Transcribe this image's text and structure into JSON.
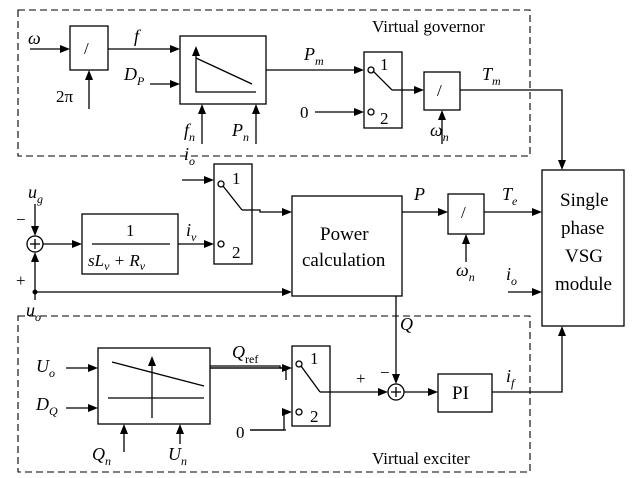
{
  "regions": {
    "governor": "Virtual governor",
    "exciter": "Virtual exciter"
  },
  "blocks": {
    "divide": "/",
    "two_pi": "2π",
    "tf_num": "1",
    "power_calc_line1": "Power",
    "power_calc_line2": "calculation",
    "pi": "PI",
    "vsg_line1": "Single",
    "vsg_line2": "phase",
    "vsg_line3": "VSG",
    "vsg_line4": "module",
    "switch_1": "1",
    "switch_2": "2",
    "zero": "0"
  },
  "signals": {
    "omega": "ω",
    "f": "f",
    "D": "D",
    "P_sub": "P",
    "Q_sub": "Q",
    "P": "P",
    "Q": "Q",
    "T": "T",
    "m": "m",
    "e": "e",
    "n": "n",
    "o": "o",
    "v": "v",
    "g": "g",
    "u": "u",
    "i": "i",
    "U": "U",
    "ref": "ref",
    "plus": "+",
    "minus": "−"
  }
}
